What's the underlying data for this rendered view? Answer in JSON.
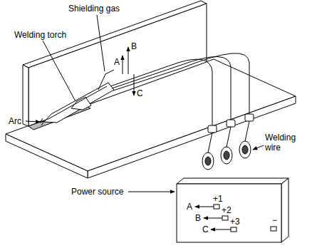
{
  "diagram": {
    "labels": [
      "Shielding gas",
      "Welding torch",
      "A",
      "B",
      "C",
      "Arc",
      "Welding wire",
      "Power source",
      "+1",
      "+2",
      "+3",
      "A",
      "B",
      "C",
      "−"
    ]
  }
}
